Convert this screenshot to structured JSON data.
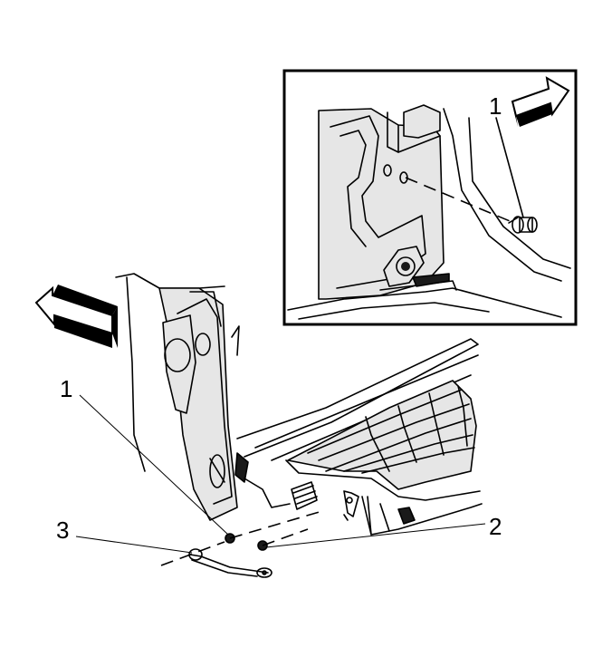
{
  "callouts": {
    "inset_1": "1",
    "main_1": "1",
    "main_2": "2",
    "main_3": "3"
  },
  "colors": {
    "line": "#000000",
    "shade": "#e6e6e6",
    "background": "#ffffff"
  },
  "icons": [
    "direction-arrow-icon",
    "forward-arrow-icon"
  ]
}
